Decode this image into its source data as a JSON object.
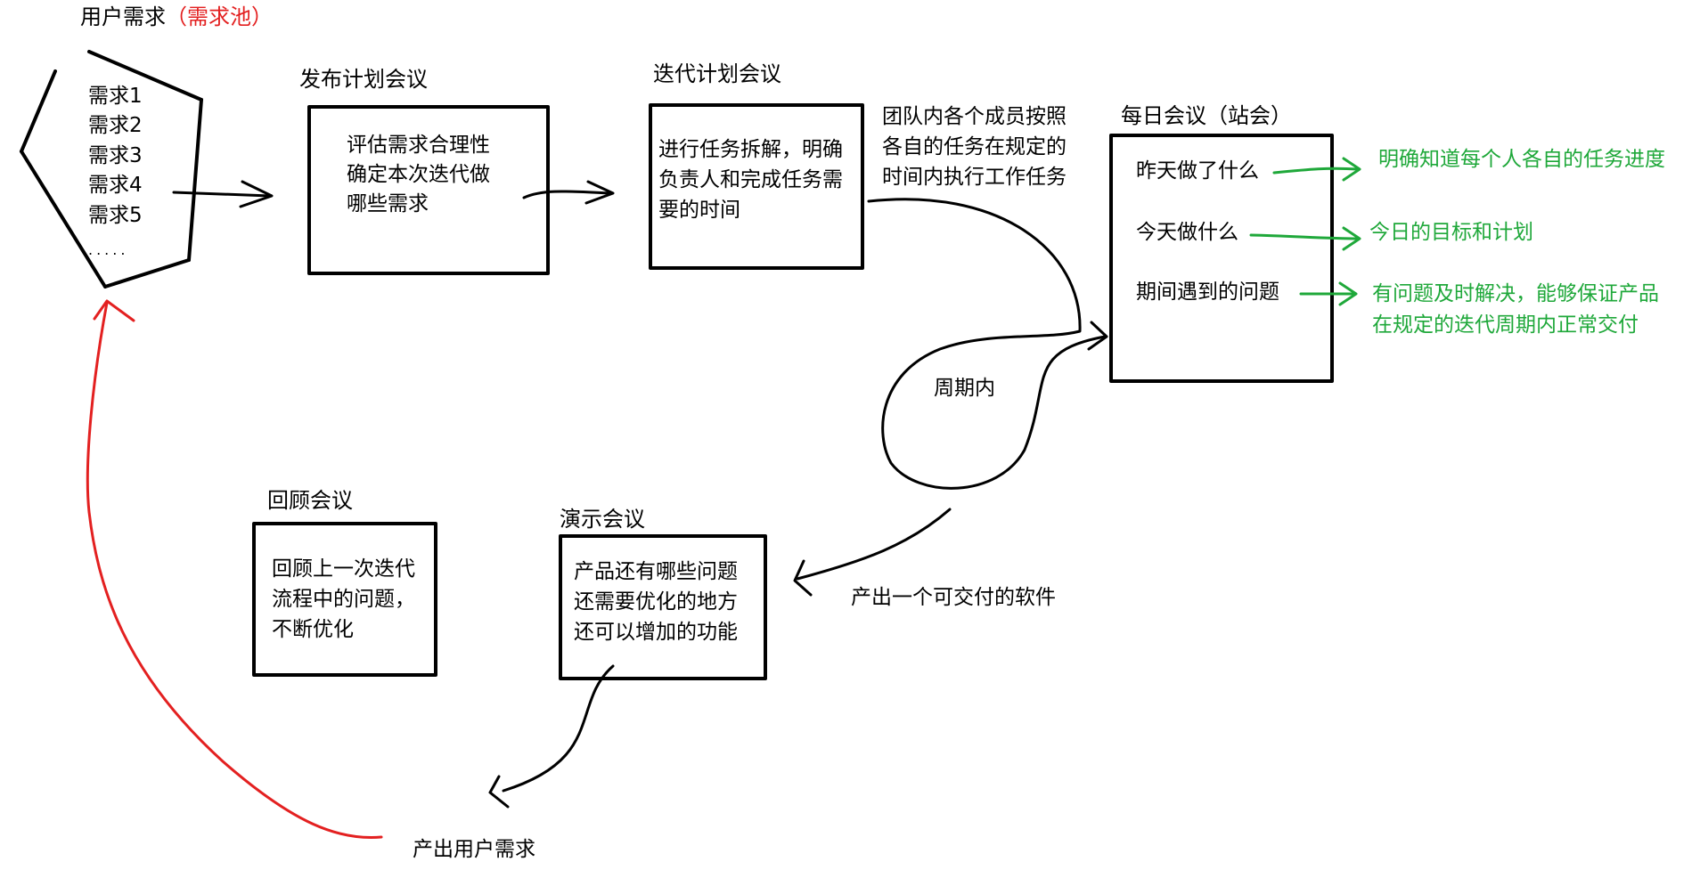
{
  "title": {
    "main": "用户需求",
    "pool": "（需求池）"
  },
  "pool_items": [
    "需求1",
    "需求2",
    "需求3",
    "需求4",
    "需求5",
    "....."
  ],
  "release_planning": {
    "label": "发布计划会议",
    "lines": [
      "评估需求合理性",
      "确定本次迭代做",
      "哪些需求"
    ]
  },
  "iteration_planning": {
    "label": "迭代计划会议",
    "lines": [
      "进行任务拆解，明确",
      "负责人和完成任务需",
      "要的时间"
    ]
  },
  "team_note": [
    "团队内各个成员按照",
    "各自的任务在规定的",
    "时间内执行工作任务"
  ],
  "daily_meeting": {
    "label": "每日会议（站会）",
    "items": [
      "昨天做了什么",
      "今天做什么",
      "期间遇到的问题"
    ]
  },
  "daily_results": [
    [
      "明确知道每个人各自的任务进度"
    ],
    [
      "今日的目标和计划"
    ],
    [
      "有问题及时解决，能够保证产品",
      "在规定的迭代周期内正常交付"
    ]
  ],
  "cycle_label": "周期内",
  "deliverable_label": "产出一个可交付的软件",
  "demo_meeting": {
    "label": "演示会议",
    "lines": [
      "产品还有哪些问题",
      "还需要优化的地方",
      "还可以增加的功能"
    ]
  },
  "retro_meeting": {
    "label": "回顾会议",
    "lines": [
      "回顾上一次迭代",
      "流程中的问题，",
      "不断优化"
    ]
  },
  "output_label": "产出用户需求",
  "colors": {
    "ink": "#000000",
    "feedback": "#e32020",
    "outcome": "#1fa83a"
  }
}
